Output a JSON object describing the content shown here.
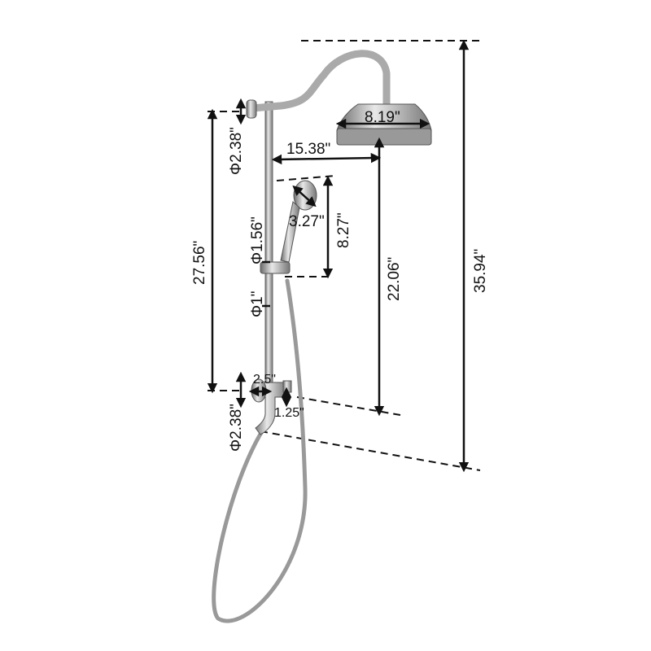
{
  "dimensions": {
    "head_diameter": "8.19\"",
    "arm_reach": "15.38\"",
    "top_flange": "Φ2.38\"",
    "rail_height": "27.56\"",
    "hand_shower_width": "3.27\"",
    "hand_shower_length": "8.27\"",
    "upper_pipe": "Φ1.56\"",
    "lower_pipe": "Φ1\"",
    "head_height": "22.06\"",
    "total_height": "35.94\"",
    "valve_width": "2.5\"",
    "outlet": "1.25\"",
    "bottom_flange": "Φ2.38\""
  }
}
